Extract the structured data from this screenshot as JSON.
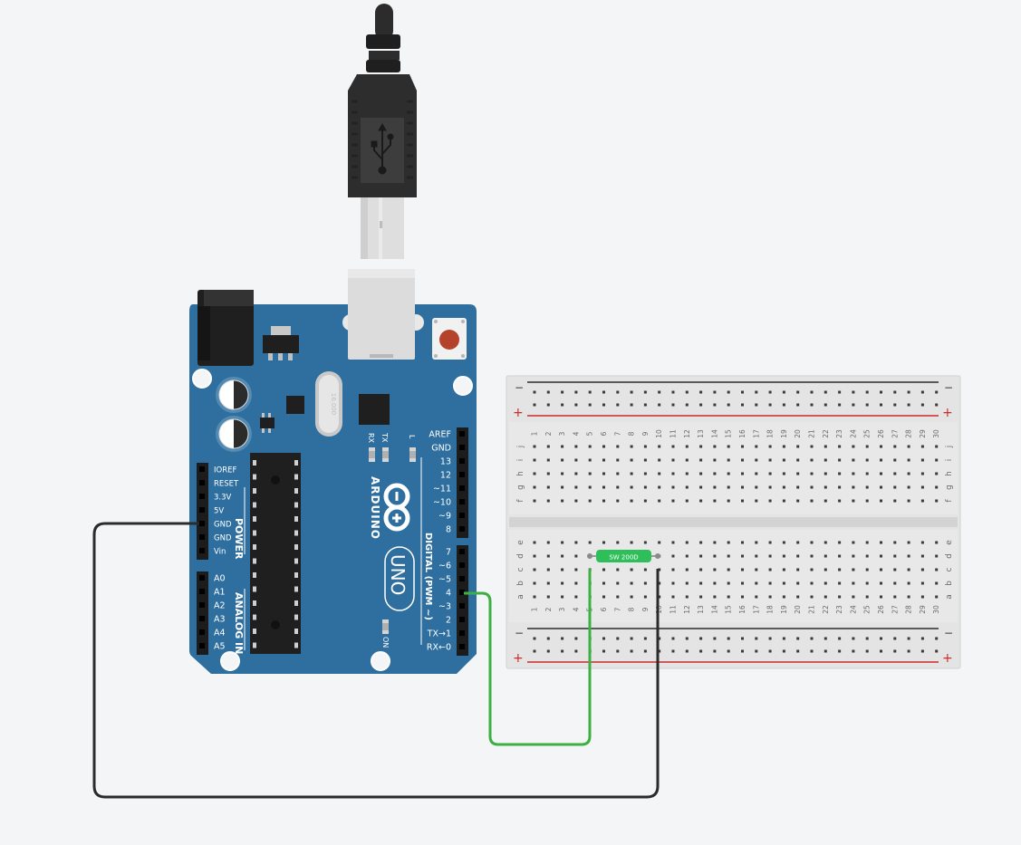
{
  "canvas": {
    "background": "#f3f5f7"
  },
  "usb": {
    "icon": "usb-trident-icon"
  },
  "arduino": {
    "board_color": "#2f6f9f",
    "brand": "ARDUINO",
    "model": "UNO",
    "crystal_label": "16.000",
    "led_labels": {
      "rx": "RX",
      "tx": "TX",
      "l": "L",
      "on": "ON"
    },
    "power_header_title": "POWER",
    "power_pins": [
      "IOREF",
      "RESET",
      "3.3V",
      "5V",
      "GND",
      "GND",
      "Vin"
    ],
    "analog_header_title": "ANALOG IN",
    "analog_pins": [
      "A0",
      "A1",
      "A2",
      "A3",
      "A4",
      "A5"
    ],
    "digital_header_title": "DIGITAL (PWM ~)",
    "digital_top_pins": [
      "AREF",
      "GND",
      "13",
      "12",
      "~11",
      "~10",
      "~9",
      "8"
    ],
    "digital_bottom_pins": [
      "7",
      "~6",
      "~5",
      "4",
      "~3",
      "2",
      "TX→1",
      "RX←0"
    ]
  },
  "breadboard": {
    "rail_minus": "−",
    "rail_plus": "+",
    "top_rows": [
      "j",
      "i",
      "h",
      "g",
      "f"
    ],
    "bottom_rows": [
      "e",
      "d",
      "c",
      "b",
      "a"
    ],
    "columns": [
      "1",
      "2",
      "3",
      "4",
      "5",
      "6",
      "7",
      "8",
      "9",
      "10",
      "11",
      "12",
      "13",
      "14",
      "15",
      "16",
      "17",
      "18",
      "19",
      "20",
      "21",
      "22",
      "23",
      "24",
      "25",
      "26",
      "27",
      "28",
      "29",
      "30"
    ],
    "rail_colors": {
      "negative": "#2b2b2b",
      "positive": "#cc2b2b"
    }
  },
  "component": {
    "label": "SW 200D",
    "color": "#2fbf5a"
  },
  "wires": {
    "signal_color": "#3cb043",
    "ground_color": "#2b2b2b"
  }
}
